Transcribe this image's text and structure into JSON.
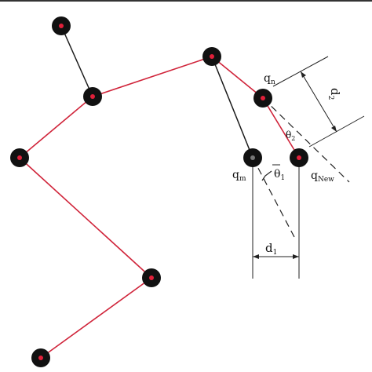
{
  "labels": {
    "q_n_main": "q",
    "q_n_sub": "n",
    "q_m_main": "q",
    "q_m_sub": "m",
    "q_new_main": "q",
    "q_new_sub": "New",
    "theta1_main": "θ",
    "theta1_sub": "1",
    "theta2_main": "θ",
    "theta2_sub": "2",
    "d1_main": "d",
    "d1_sub": "1",
    "d2_main": "d",
    "d2_sub": "2"
  },
  "colors": {
    "red_path": "#d0243a",
    "black_line": "#1a1a1a",
    "node_fill": "#111111",
    "node_core": "#e0203a",
    "background": "#ffffff"
  }
}
